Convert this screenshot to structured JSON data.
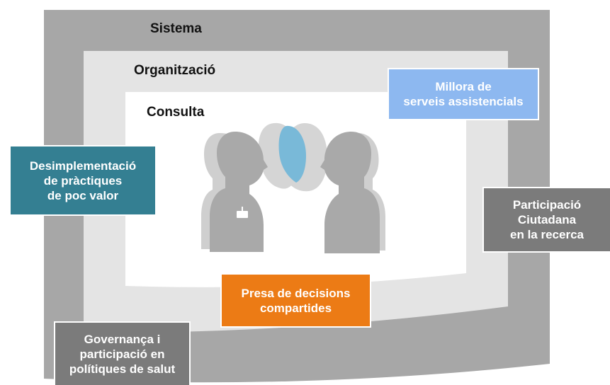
{
  "levels": {
    "system": "Sistema",
    "organization": "Organització",
    "consultation": "Consulta"
  },
  "boxes": {
    "improvement": "Millora de\nserveis assistencials",
    "deimplementation": "Desimplementació\nde pràctiques\nde poc valor",
    "citizen": "Participació\nCiutadana\nen la recerca",
    "shared_decisions": "Presa de decisions\ncompartides",
    "governance": "Governança i\nparticipació en\npolítiques de salut"
  },
  "colors": {
    "outer_frame": "#a7a7a7",
    "middle_frame": "#e4e4e4",
    "inner_area": "#ffffff",
    "improvement": "#8db8f0",
    "deimplementation": "#347f92",
    "citizen": "#7b7b7b",
    "shared_decisions": "#ec7b15",
    "governance": "#7b7b7b",
    "person": "#a9a9a9",
    "person_shadow": "#cfcfcf",
    "overlap": "#79b9d8"
  }
}
